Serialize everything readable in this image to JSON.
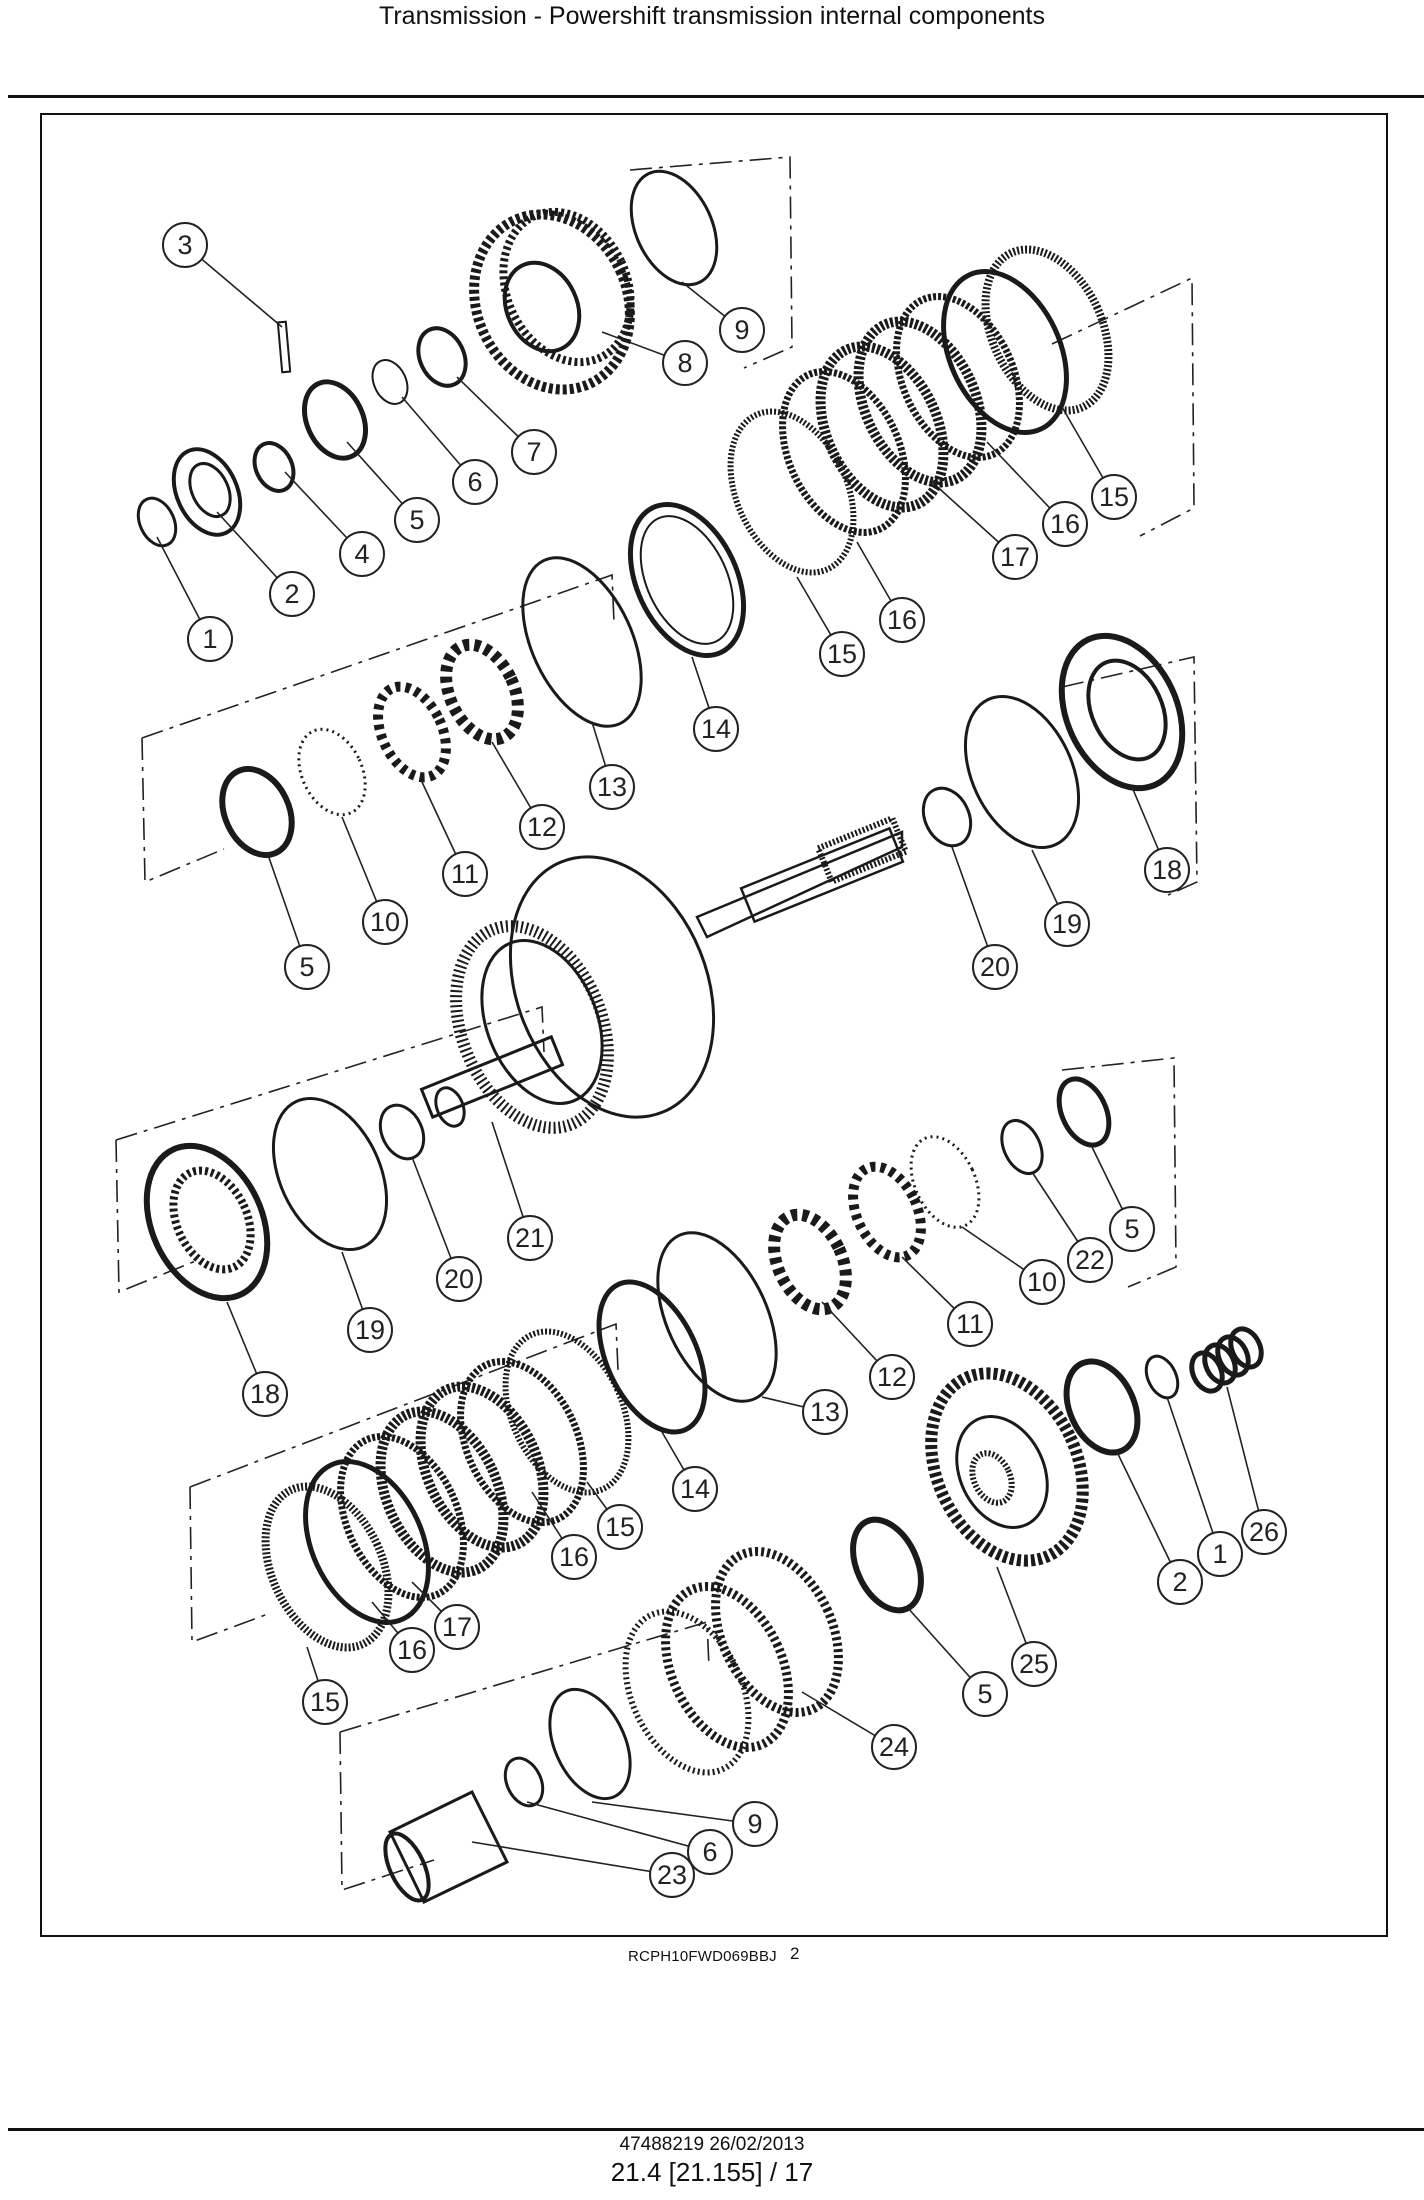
{
  "header": {
    "title": "Transmission - Powershift transmission internal components"
  },
  "figure": {
    "reference": "RCPH10FWD069BBJ",
    "number": "2",
    "callouts": [
      "1",
      "2",
      "3",
      "4",
      "5",
      "6",
      "7",
      "8",
      "9",
      "10",
      "11",
      "12",
      "13",
      "14",
      "15",
      "16",
      "17",
      "18",
      "19",
      "20",
      "21",
      "22",
      "23",
      "24",
      "25",
      "26"
    ]
  },
  "footer": {
    "doc_line": "47488219 26/02/2013",
    "page_line": "21.4 [21.155] / 17"
  }
}
